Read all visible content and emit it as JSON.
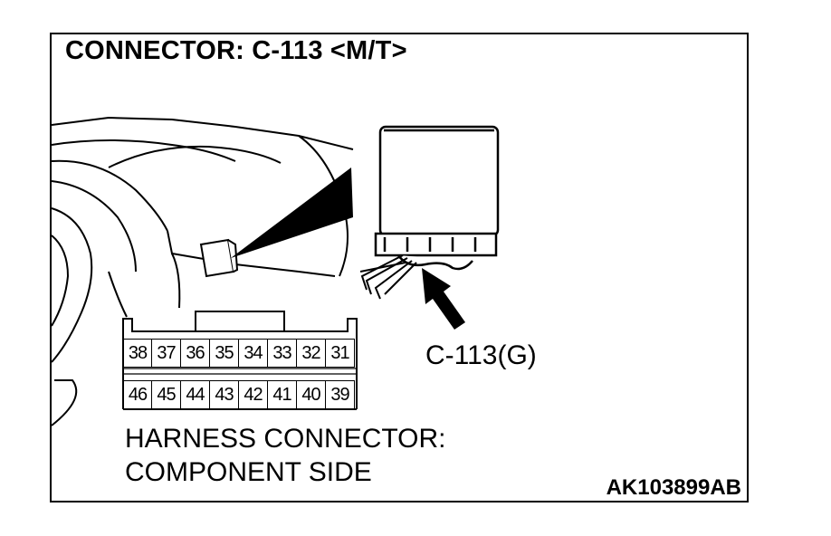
{
  "title": "CONNECTOR: C-113 <M/T>",
  "connector_label": "C-113(G)",
  "pins_top": [
    "38",
    "37",
    "36",
    "35",
    "34",
    "33",
    "32",
    "31"
  ],
  "pins_bottom": [
    "46",
    "45",
    "44",
    "43",
    "42",
    "41",
    "40",
    "39"
  ],
  "caption_line1": "HARNESS CONNECTOR:",
  "caption_line2": "COMPONENT SIDE",
  "figure_id": "AK103899AB"
}
